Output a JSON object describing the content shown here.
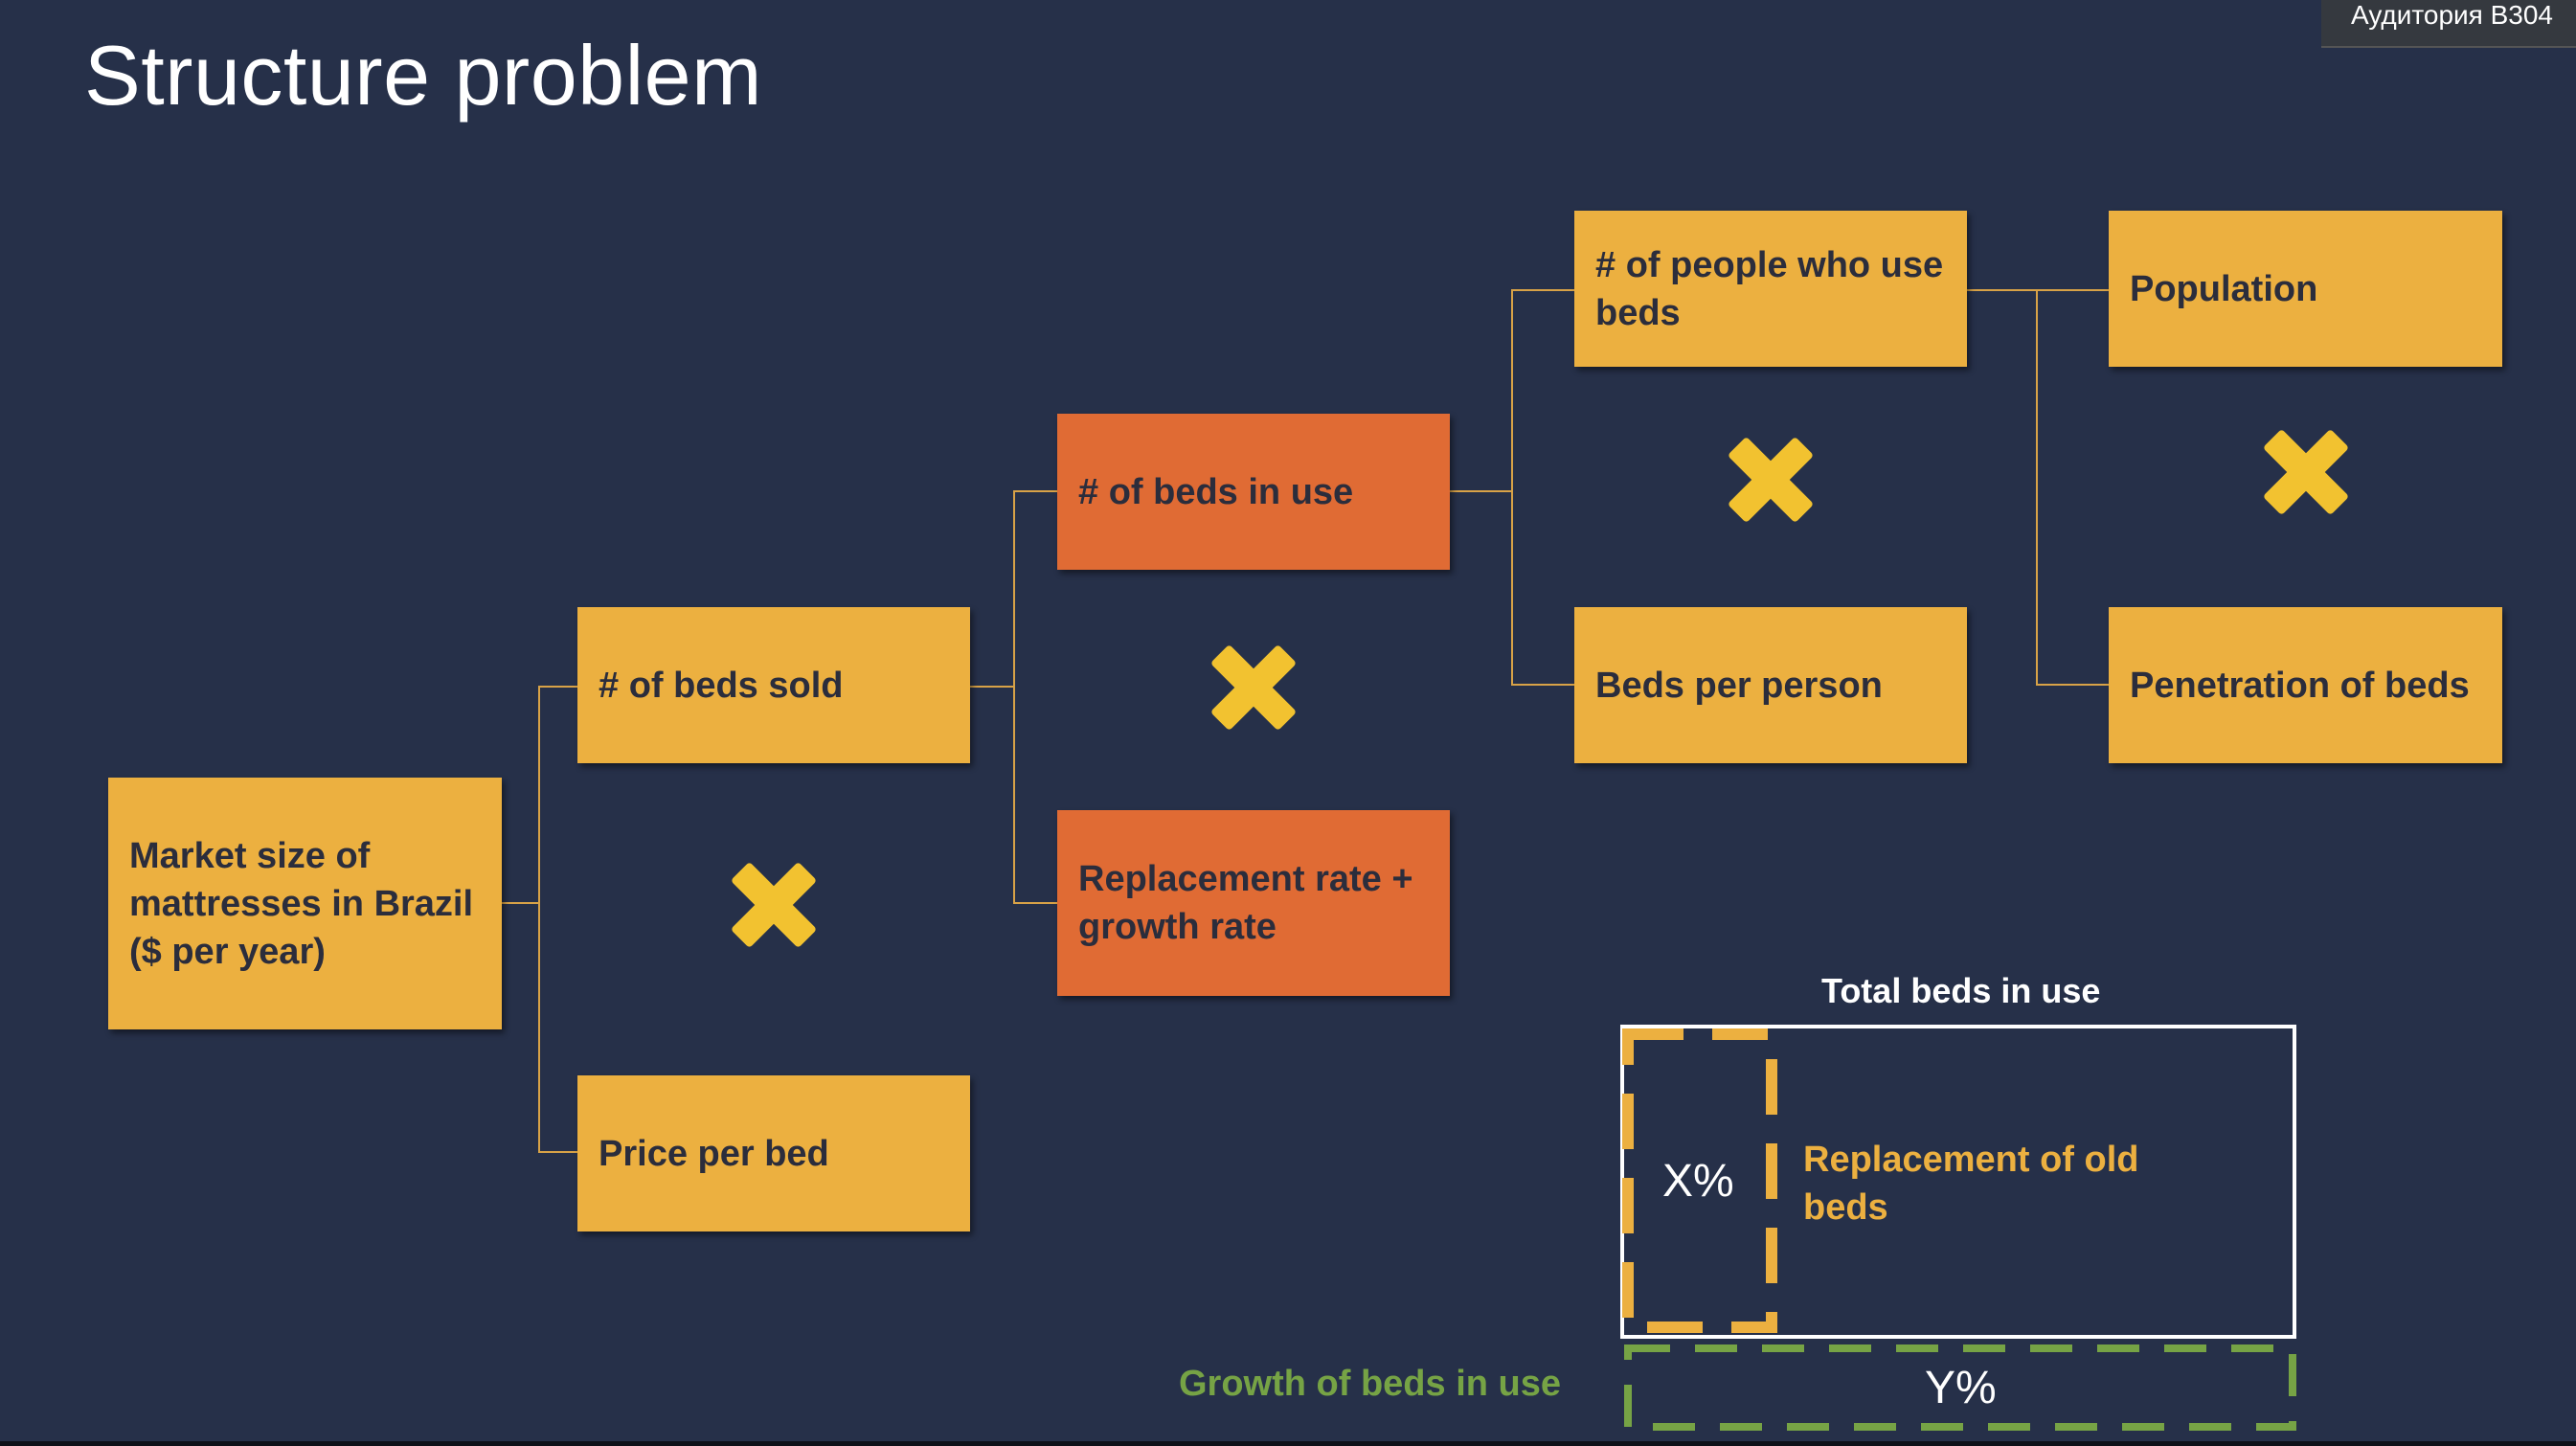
{
  "slide": {
    "title": "Structure problem",
    "room_label": "Аудитория B304"
  },
  "nodes": {
    "market_size": "Market size of mattresses in Brazil ($ per year)",
    "beds_sold": "# of beds sold",
    "price_per_bed": "Price per bed",
    "beds_in_use": "# of beds in use",
    "replacement_rate": "Replacement rate + growth rate",
    "people_use_beds": "# of people who use beds",
    "beds_per_person": "Beds per person",
    "population": "Population",
    "penetration": "Penetration of beds"
  },
  "inset": {
    "total_label": "Total beds in use",
    "x_pct": "X%",
    "replacement_label": "Replacement of old beds",
    "growth_label": "Growth of beds in use",
    "y_pct": "Y%"
  },
  "colors": {
    "background": "#263049",
    "yellow_box": "#ecb040",
    "orange_box": "#e06b34",
    "multiply_icon": "#f2c230",
    "connector": "#d8a247",
    "growth_green": "#76a345"
  },
  "icons": {
    "operator": "multiply-icon"
  }
}
